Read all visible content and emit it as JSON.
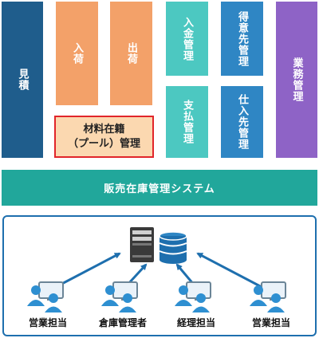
{
  "modules": {
    "mitsumori": "見積",
    "nyuka": "入荷",
    "shukka": "出荷",
    "nyukin": "入金管理",
    "shiharai": "支払管理",
    "tokuisaki": "得意先管理",
    "shiiresaki": "仕入先管理",
    "gyomu": "業務管理"
  },
  "inventory_pool": {
    "line1": "材料在籍",
    "line2": "（プール）管理"
  },
  "system_name": "販売在庫管理システム",
  "users": [
    {
      "label": "営業担当"
    },
    {
      "label": "倉庫管理者"
    },
    {
      "label": "経理担当"
    },
    {
      "label": "営業担当"
    }
  ],
  "colors": {
    "navy": "#1f5d8c",
    "orange": "#f3a169",
    "teal_light": "#4cc8c1",
    "blue_mid": "#2f86c4",
    "purple": "#8e63c6",
    "system_bar": "#21a79b",
    "accent_red": "#e1252a",
    "user_blue": "#2e8fd1"
  },
  "icons": {
    "server": "server-icon",
    "database": "database-icon",
    "user_pc": "user-computer-icon"
  }
}
